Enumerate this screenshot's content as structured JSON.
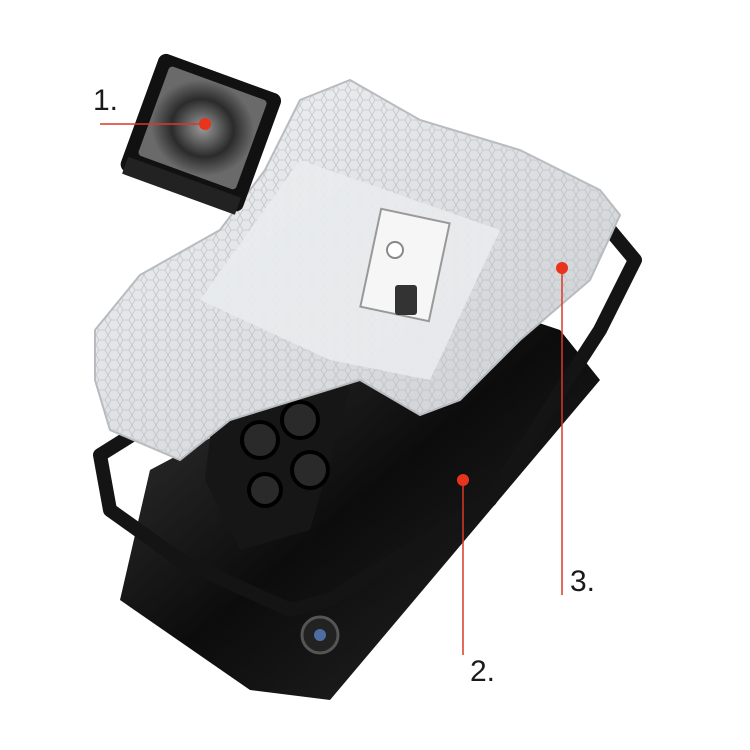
{
  "callouts": [
    {
      "label": "1."
    },
    {
      "label": "2."
    },
    {
      "label": "3."
    }
  ],
  "colors": {
    "marker": "#e8341c",
    "leader_line": "#d9382a",
    "case_black": "#141414",
    "clear_case": "#e4e6e8"
  }
}
